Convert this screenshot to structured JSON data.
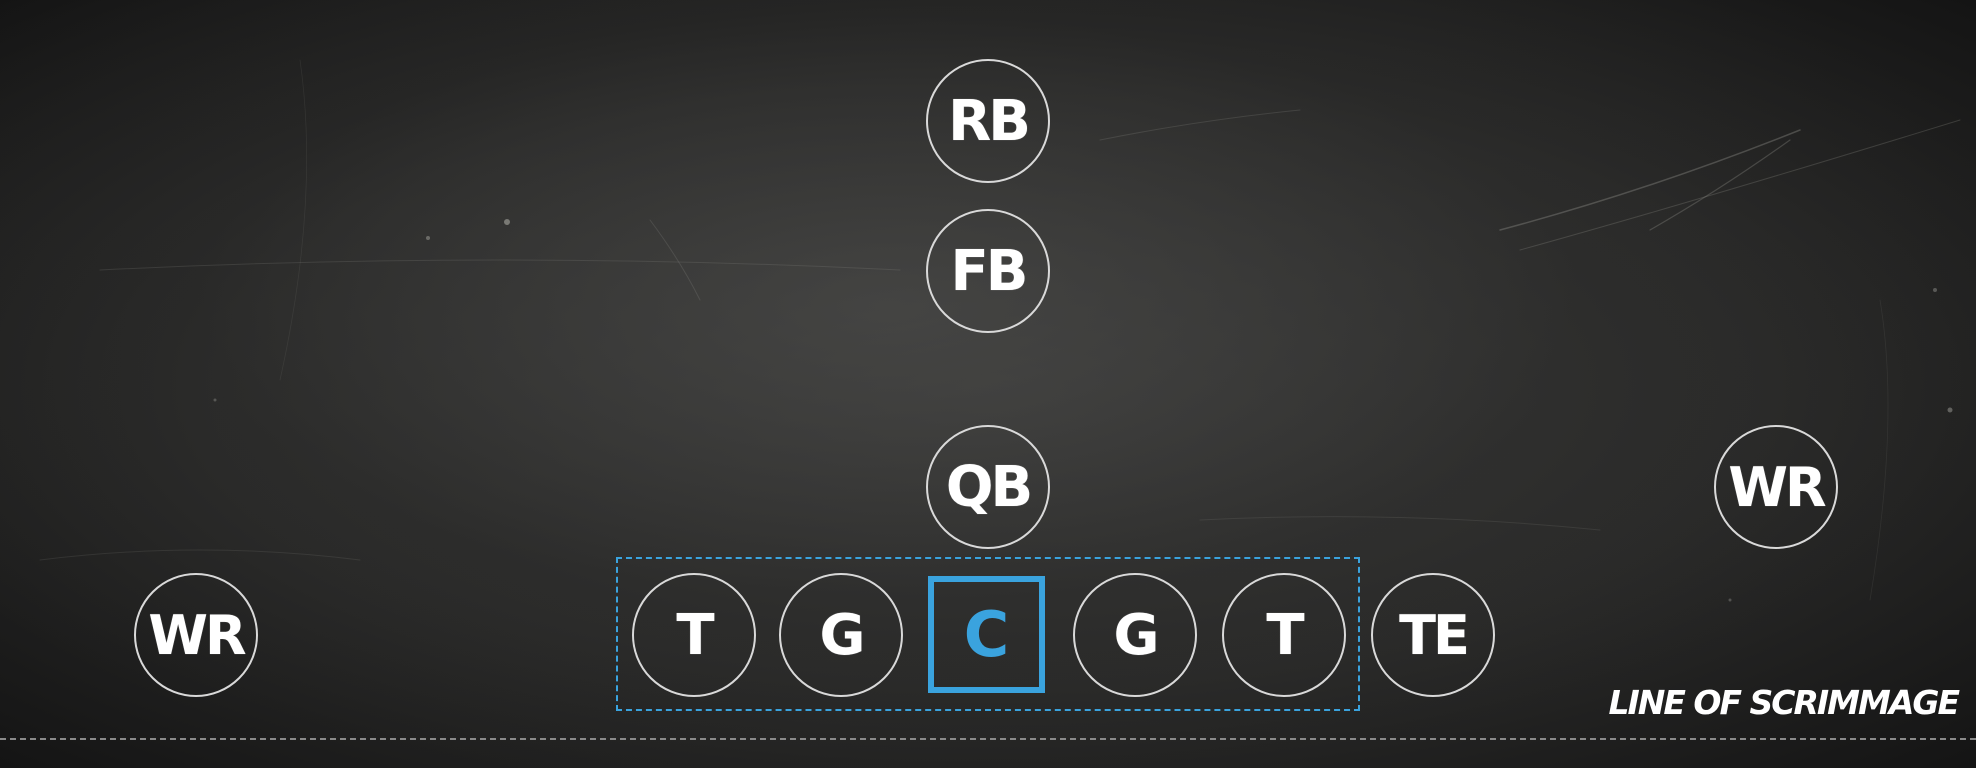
{
  "colors": {
    "chalkboard": "#2c2c2b",
    "chalk": "#ffffff",
    "highlight": "#3aa3de"
  },
  "players": {
    "rb": "RB",
    "fb": "FB",
    "qb": "QB",
    "wr_left": "WR",
    "wr_right": "WR",
    "lt": "T",
    "lg": "G",
    "c": "C",
    "rg": "G",
    "rt": "T",
    "te": "TE"
  },
  "line_of_scrimmage_label": "LINE OF SCRIMMAGE"
}
